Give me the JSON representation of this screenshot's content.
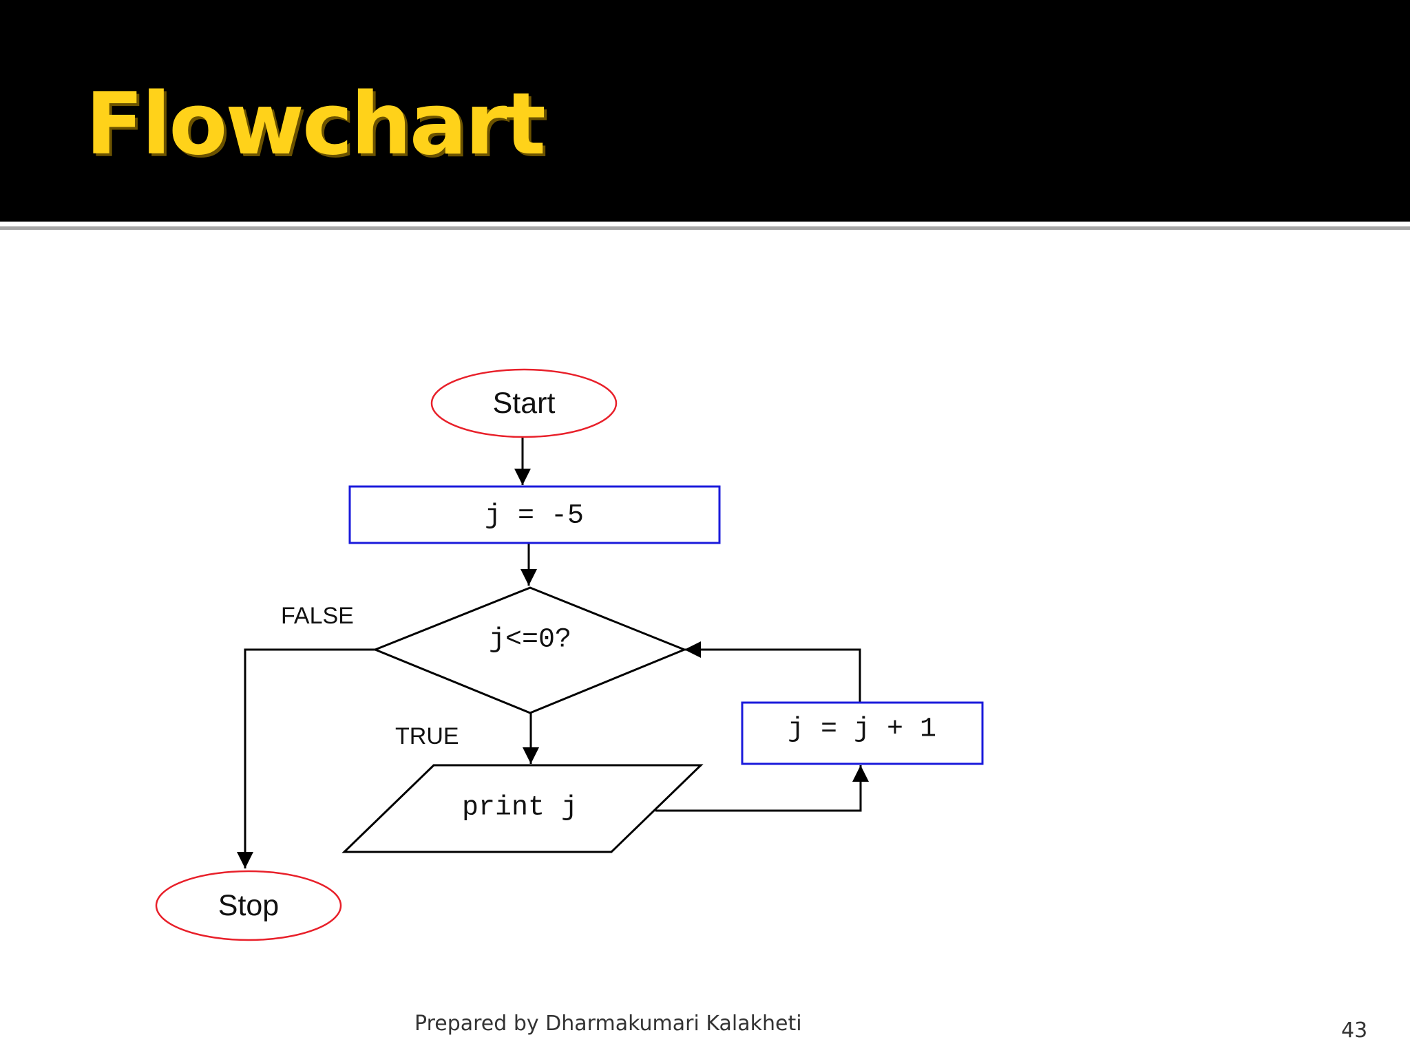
{
  "slide": {
    "title": "Flowchart",
    "footer": "Prepared by Dharmakumari Kalakheti",
    "page_number": "43"
  },
  "colors": {
    "header_background": "#000000",
    "title_text": "#ffd21a",
    "terminal_border": "#e8202a",
    "process_border": "#1a1adb",
    "line": "#000000"
  },
  "flowchart": {
    "nodes": {
      "start": {
        "label": "Start",
        "shape": "ellipse"
      },
      "init": {
        "label": "j = -5",
        "shape": "rectangle"
      },
      "decision": {
        "label": "j<=0?",
        "shape": "diamond"
      },
      "output": {
        "label": "print j",
        "shape": "parallelogram"
      },
      "increment": {
        "label": "j = j + 1",
        "shape": "rectangle"
      },
      "stop": {
        "label": "Stop",
        "shape": "ellipse"
      }
    },
    "edges": {
      "start_to_init": {
        "from": "start",
        "to": "init",
        "label": ""
      },
      "init_to_decision": {
        "from": "init",
        "to": "decision",
        "label": ""
      },
      "decision_to_stop": {
        "from": "decision",
        "to": "stop",
        "label": "FALSE"
      },
      "decision_to_output": {
        "from": "decision",
        "to": "output",
        "label": "TRUE"
      },
      "output_to_increment": {
        "from": "output",
        "to": "increment",
        "label": ""
      },
      "increment_to_decision": {
        "from": "increment",
        "to": "decision",
        "label": ""
      }
    }
  }
}
